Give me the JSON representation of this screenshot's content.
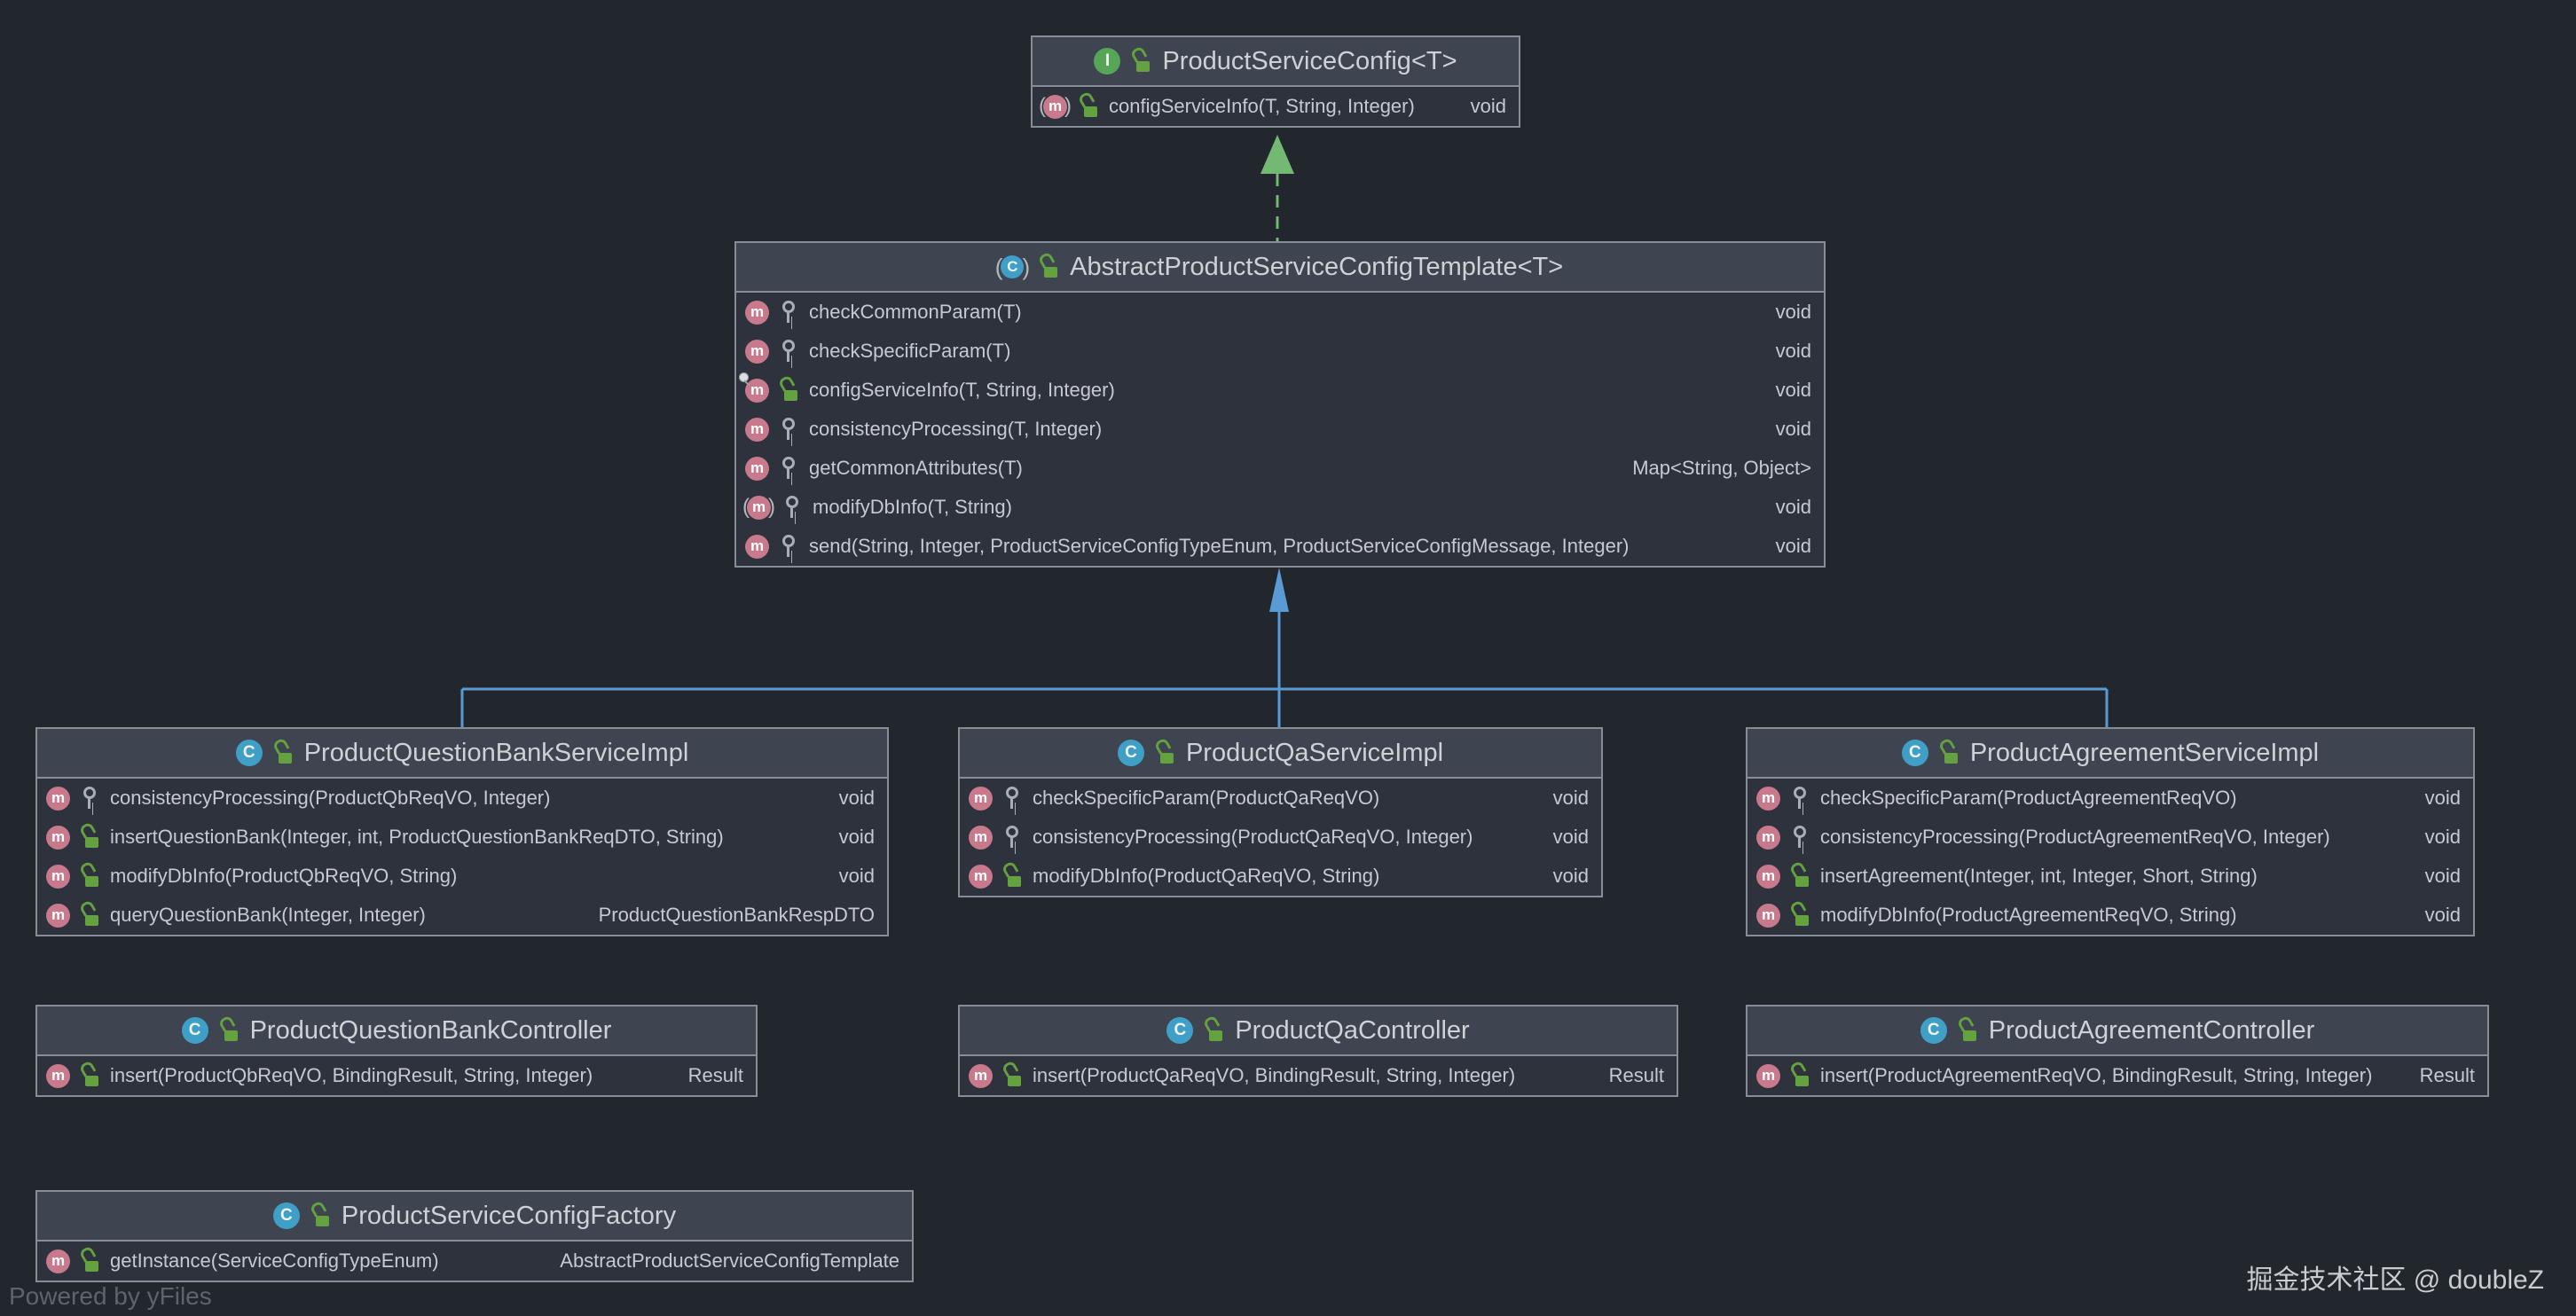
{
  "diagram_title": "Product service config UML class diagram",
  "colors": {
    "background": "#22262d",
    "node_body": "#2d323c",
    "node_header": "#3e4450",
    "node_border": "#878d97",
    "title_text": "#ced1d6",
    "member_text": "#c6cad0",
    "interface_icon": "#57a557",
    "class_icon": "#3f9fc7",
    "method_icon": "#c8798b",
    "public_lock": "#63a23e",
    "protected_key": "#a9aeb6",
    "inheritance_edge": "#5b9bd5",
    "realization_edge": "#73b873",
    "watermark_text": "#5f646c",
    "credit_text": "#c9ccd1"
  },
  "icon_glyphs": {
    "method": "m",
    "class": "C",
    "interface": "I"
  },
  "classes": [
    {
      "id": "product-service-config",
      "kind": "interface",
      "title": "ProductServiceConfig<T>",
      "methods": [
        {
          "icon": "abstract-method",
          "visibility": "public",
          "signature": "configServiceInfo(T, String, Integer)",
          "returns": "void"
        }
      ]
    },
    {
      "id": "abstract-product-service-config-template",
      "kind": "abstract-class",
      "title": "AbstractProductServiceConfigTemplate<T>",
      "methods": [
        {
          "icon": "method",
          "visibility": "protected",
          "signature": "checkCommonParam(T)",
          "returns": "void"
        },
        {
          "icon": "method",
          "visibility": "protected",
          "signature": "checkSpecificParam(T)",
          "returns": "void"
        },
        {
          "icon": "overridden-method",
          "visibility": "public",
          "signature": "configServiceInfo(T, String, Integer)",
          "returns": "void"
        },
        {
          "icon": "method",
          "visibility": "protected",
          "signature": "consistencyProcessing(T, Integer)",
          "returns": "void"
        },
        {
          "icon": "method",
          "visibility": "protected",
          "signature": "getCommonAttributes(T)",
          "returns": "Map<String, Object>"
        },
        {
          "icon": "abstract-method",
          "visibility": "protected",
          "signature": "modifyDbInfo(T, String)",
          "returns": "void"
        },
        {
          "icon": "method",
          "visibility": "protected",
          "signature": "send(String, Integer, ProductServiceConfigTypeEnum, ProductServiceConfigMessage, Integer)",
          "returns": "void"
        }
      ]
    },
    {
      "id": "product-question-bank-service-impl",
      "kind": "class",
      "title": "ProductQuestionBankServiceImpl",
      "methods": [
        {
          "icon": "method",
          "visibility": "protected",
          "signature": "consistencyProcessing(ProductQbReqVO, Integer)",
          "returns": "void"
        },
        {
          "icon": "method",
          "visibility": "public",
          "signature": "insertQuestionBank(Integer, int, ProductQuestionBankReqDTO, String)",
          "returns": "void"
        },
        {
          "icon": "method",
          "visibility": "public",
          "signature": "modifyDbInfo(ProductQbReqVO, String)",
          "returns": "void"
        },
        {
          "icon": "method",
          "visibility": "public",
          "signature": "queryQuestionBank(Integer, Integer)",
          "returns": "ProductQuestionBankRespDTO"
        }
      ]
    },
    {
      "id": "product-qa-service-impl",
      "kind": "class",
      "title": "ProductQaServiceImpl",
      "methods": [
        {
          "icon": "method",
          "visibility": "protected",
          "signature": "checkSpecificParam(ProductQaReqVO)",
          "returns": "void"
        },
        {
          "icon": "method",
          "visibility": "protected",
          "signature": "consistencyProcessing(ProductQaReqVO, Integer)",
          "returns": "void"
        },
        {
          "icon": "method",
          "visibility": "public",
          "signature": "modifyDbInfo(ProductQaReqVO, String)",
          "returns": "void"
        }
      ]
    },
    {
      "id": "product-agreement-service-impl",
      "kind": "class",
      "title": "ProductAgreementServiceImpl",
      "methods": [
        {
          "icon": "method",
          "visibility": "protected",
          "signature": "checkSpecificParam(ProductAgreementReqVO)",
          "returns": "void"
        },
        {
          "icon": "method",
          "visibility": "protected",
          "signature": "consistencyProcessing(ProductAgreementReqVO, Integer)",
          "returns": "void"
        },
        {
          "icon": "method",
          "visibility": "public",
          "signature": "insertAgreement(Integer, int, Integer, Short, String)",
          "returns": "void"
        },
        {
          "icon": "method",
          "visibility": "public",
          "signature": "modifyDbInfo(ProductAgreementReqVO, String)",
          "returns": "void"
        }
      ]
    },
    {
      "id": "product-question-bank-controller",
      "kind": "class",
      "title": "ProductQuestionBankController",
      "methods": [
        {
          "icon": "method",
          "visibility": "public",
          "signature": "insert(ProductQbReqVO, BindingResult, String, Integer)",
          "returns": "Result"
        }
      ]
    },
    {
      "id": "product-qa-controller",
      "kind": "class",
      "title": "ProductQaController",
      "methods": [
        {
          "icon": "method",
          "visibility": "public",
          "signature": "insert(ProductQaReqVO, BindingResult, String, Integer)",
          "returns": "Result"
        }
      ]
    },
    {
      "id": "product-agreement-controller",
      "kind": "class",
      "title": "ProductAgreementController",
      "methods": [
        {
          "icon": "method",
          "visibility": "public",
          "signature": "insert(ProductAgreementReqVO, BindingResult, String, Integer)",
          "returns": "Result"
        }
      ]
    },
    {
      "id": "product-service-config-factory",
      "kind": "class",
      "title": "ProductServiceConfigFactory",
      "methods": [
        {
          "icon": "method",
          "visibility": "public",
          "signature": "getInstance(ServiceConfigTypeEnum)",
          "returns": "AbstractProductServiceConfigTemplate"
        }
      ]
    }
  ],
  "relations": [
    {
      "from": "AbstractProductServiceConfigTemplate<T>",
      "to": "ProductServiceConfig<T>",
      "type": "realization"
    },
    {
      "from": "ProductQuestionBankServiceImpl",
      "to": "AbstractProductServiceConfigTemplate<T>",
      "type": "inheritance"
    },
    {
      "from": "ProductQaServiceImpl",
      "to": "AbstractProductServiceConfigTemplate<T>",
      "type": "inheritance"
    },
    {
      "from": "ProductAgreementServiceImpl",
      "to": "AbstractProductServiceConfigTemplate<T>",
      "type": "inheritance"
    }
  ],
  "watermark": {
    "powered_by": "Powered by yFiles",
    "credit": "掘金技术社区 @ doubleZ"
  }
}
